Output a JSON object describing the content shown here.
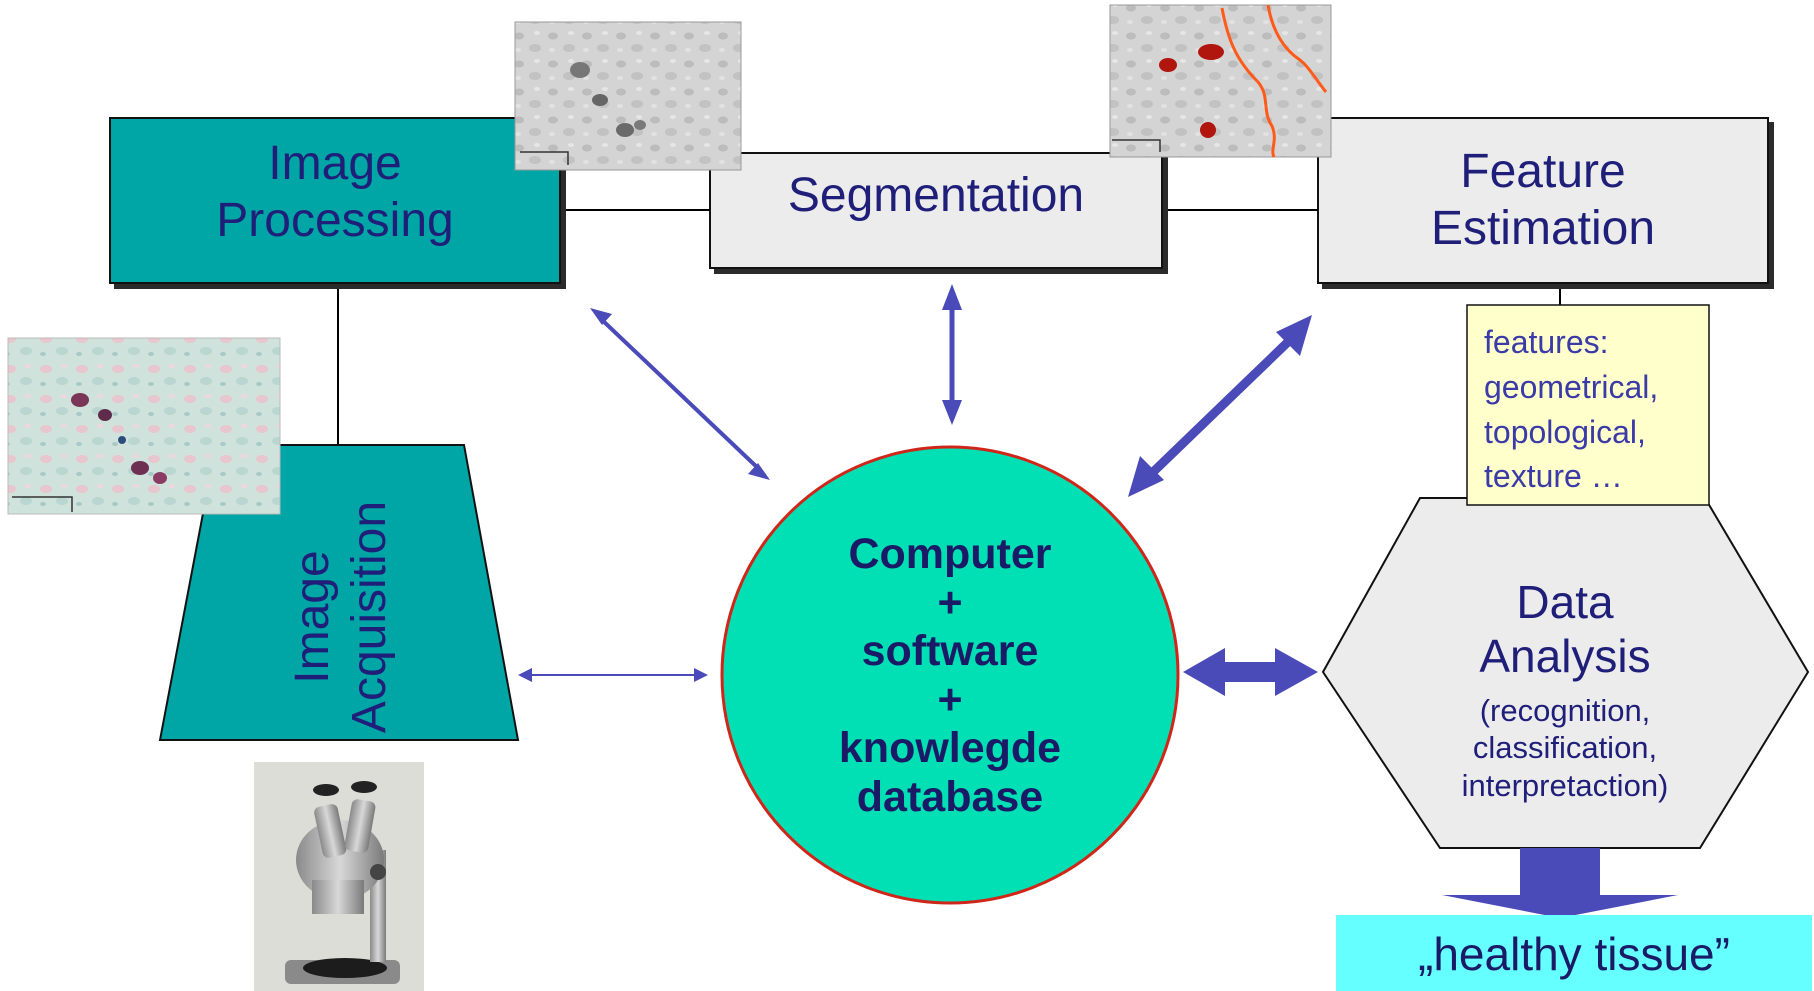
{
  "nodes": {
    "image_processing": {
      "line1": "Image",
      "line2": "Processing"
    },
    "segmentation": {
      "label": "Segmentation"
    },
    "feature_estimation": {
      "line1": "Feature",
      "line2": "Estimation"
    },
    "image_acquisition": {
      "line1": "Image",
      "line2": "Acquisition"
    },
    "computer": {
      "lines": [
        "Computer",
        "+",
        "software",
        "+",
        "knowlegde",
        "database"
      ]
    },
    "data_analysis": {
      "line1": "Data",
      "line2": "Analysis",
      "sub": [
        "(recognition,",
        "classification,",
        "interpretaction)"
      ]
    },
    "features_note": {
      "lines": [
        "features:",
        "geometrical,",
        "topological,",
        "texture …"
      ]
    },
    "result": {
      "label": "„healthy tissue”"
    }
  },
  "colors": {
    "teal_box": "#00a5a5",
    "gray_box": "#ececec",
    "circle_fill": "#00e0b4",
    "circle_stroke": "#d0261a",
    "arrow": "#4a4ab8",
    "note_fill": "#ffffcc",
    "result_fill": "#66ffff",
    "text": "#1f1f7a",
    "seg_line": "#ff5a1a",
    "seg_dot": "#b0160e"
  },
  "images": {
    "micro_gray_1": "grayscale tissue micrograph",
    "micro_gray_2": "grayscale tissue micrograph with segmentation overlay",
    "micro_color": "stained tissue micrograph",
    "microscope": "stereo microscope photo"
  }
}
